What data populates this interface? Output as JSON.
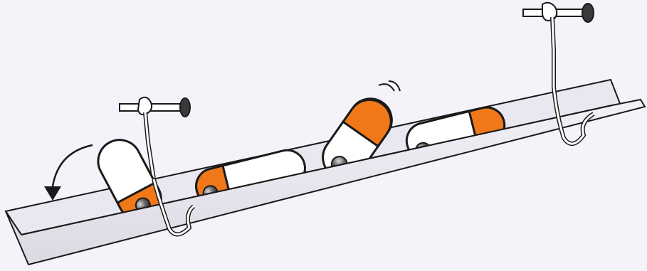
{
  "scene": {
    "subject": "sliding-capsules-in-inclined-trough",
    "colors": {
      "background": "#f5f3fa",
      "trough_face": "#e6e4ec",
      "trough_inner": "#d9d6e0",
      "outline": "#1a1a1a",
      "capsule_body": "#ffffff",
      "capsule_band": "#f07818",
      "ball": "#555555",
      "nail_head": "#3a3a3a",
      "string": "#ffffff"
    },
    "capsules": [
      {
        "name": "capsule-tipping-left"
      },
      {
        "name": "capsule-lying-middle"
      },
      {
        "name": "capsule-tipping-up"
      },
      {
        "name": "capsule-lying-right"
      }
    ]
  }
}
